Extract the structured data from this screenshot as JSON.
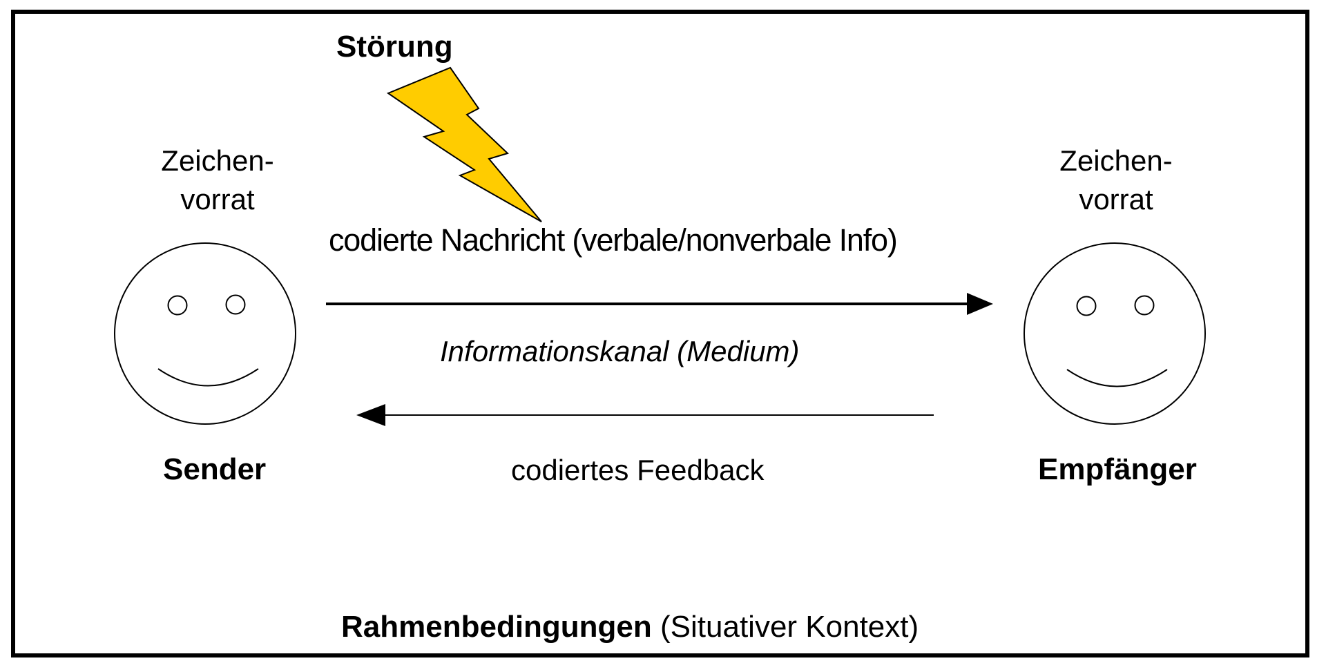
{
  "colors": {
    "border": "#000000",
    "lightning_fill": "#ffcc00",
    "lightning_stroke": "#000000",
    "text": "#000000"
  },
  "disturbance": {
    "label": "Störung",
    "icon": "lightning-bolt-icon"
  },
  "sender": {
    "symbol_line1": "Zeichen-",
    "symbol_line2": "vorrat",
    "label": "Sender",
    "icon": "smiley-face-icon"
  },
  "receiver": {
    "symbol_line1": "Zeichen-",
    "symbol_line2": "vorrat",
    "label": "Empfänger",
    "icon": "smiley-face-icon"
  },
  "channel": {
    "message": "codierte Nachricht (verbale/nonverbale Info)",
    "medium": "Informationskanal (Medium)",
    "feedback": "codiertes Feedback"
  },
  "context": {
    "bold": "Rahmenbedingungen",
    "normal": " (Situativer Kontext)"
  }
}
